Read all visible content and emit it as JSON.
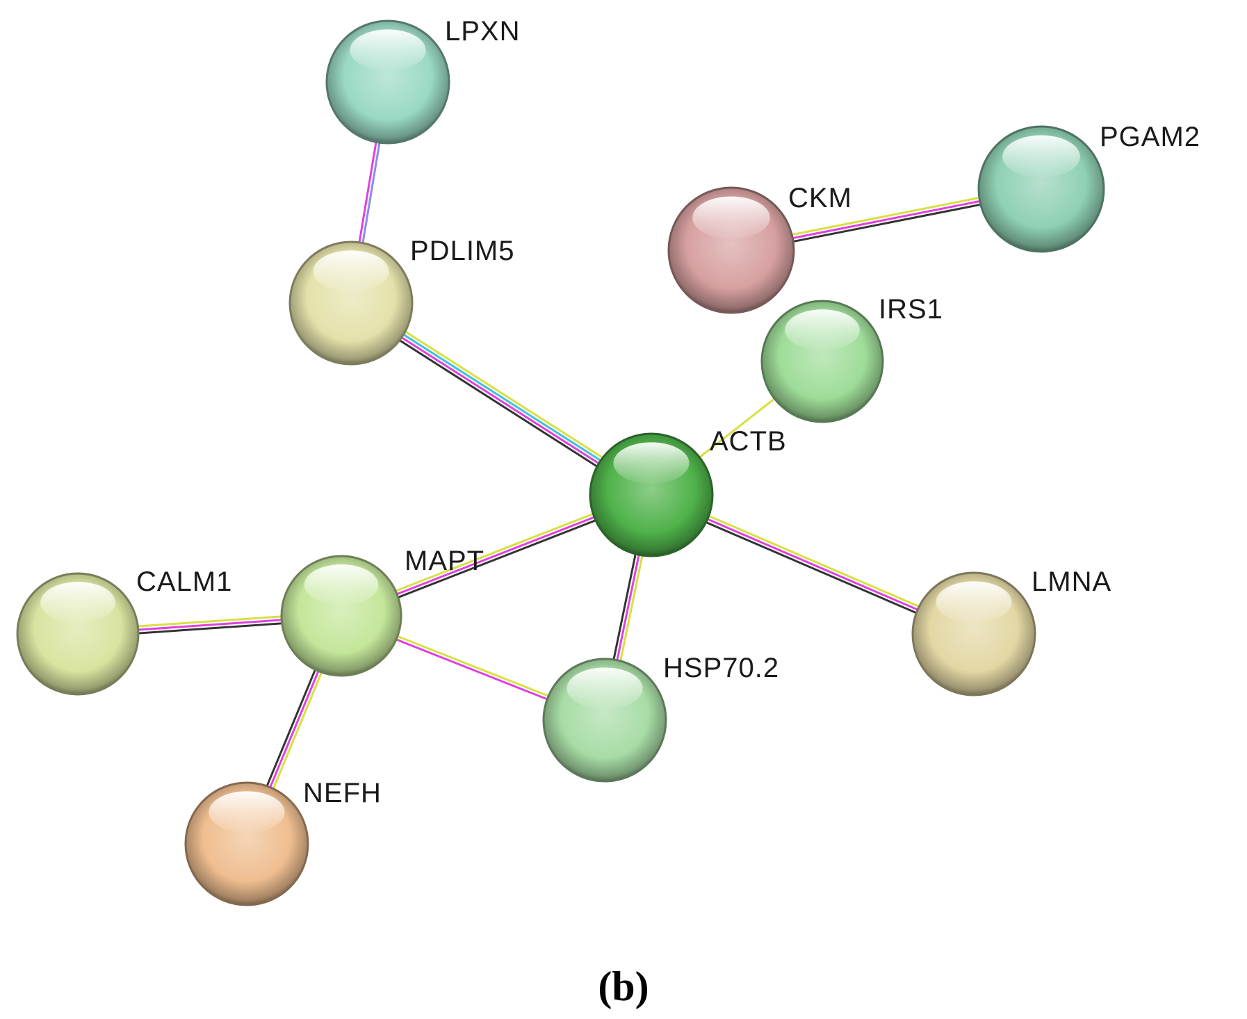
{
  "panel_label": "(b)",
  "nodes": [
    {
      "id": "LPXN",
      "label": "LPXN",
      "color": "#9ad9c4"
    },
    {
      "id": "PGAM2",
      "label": "PGAM2",
      "color": "#8fd0b4"
    },
    {
      "id": "CKM",
      "label": "CKM",
      "color": "#d7a0a0"
    },
    {
      "id": "PDLIM5",
      "label": "PDLIM5",
      "color": "#e4e2aa"
    },
    {
      "id": "IRS1",
      "label": "IRS1",
      "color": "#9edc98"
    },
    {
      "id": "ACTB",
      "label": "ACTB",
      "color": "#4fb24a"
    },
    {
      "id": "MAPT",
      "label": "MAPT",
      "color": "#c4e69a"
    },
    {
      "id": "CALM1",
      "label": "CALM1",
      "color": "#d9e4a0"
    },
    {
      "id": "LMNA",
      "label": "LMNA",
      "color": "#e3d7a4"
    },
    {
      "id": "HSP70.2",
      "label": "HSP70.2",
      "color": "#a8dca6"
    },
    {
      "id": "NEFH",
      "label": "NEFH",
      "color": "#efbe90"
    }
  ],
  "edges": [
    {
      "source": "LPXN",
      "target": "PDLIM5",
      "evidence_colors": [
        "#8a8cf0",
        "#e040e0"
      ]
    },
    {
      "source": "CKM",
      "target": "PGAM2",
      "evidence_colors": [
        "#d8e040",
        "#e040e0",
        "#333333"
      ]
    },
    {
      "source": "PDLIM5",
      "target": "ACTB",
      "evidence_colors": [
        "#d8e040",
        "#40c0e0",
        "#e040e0",
        "#333333"
      ]
    },
    {
      "source": "IRS1",
      "target": "ACTB",
      "evidence_colors": [
        "#d8e040"
      ]
    },
    {
      "source": "MAPT",
      "target": "ACTB",
      "evidence_colors": [
        "#d8e040",
        "#e040e0",
        "#333333"
      ]
    },
    {
      "source": "ACTB",
      "target": "LMNA",
      "evidence_colors": [
        "#d8e040",
        "#e040e0",
        "#333333"
      ]
    },
    {
      "source": "ACTB",
      "target": "HSP70.2",
      "evidence_colors": [
        "#d8e040",
        "#e040e0",
        "#333333"
      ]
    },
    {
      "source": "CALM1",
      "target": "MAPT",
      "evidence_colors": [
        "#d8e040",
        "#e040e0",
        "#333333"
      ]
    },
    {
      "source": "MAPT",
      "target": "HSP70.2",
      "evidence_colors": [
        "#d8e040",
        "#e040e0"
      ]
    },
    {
      "source": "MAPT",
      "target": "NEFH",
      "evidence_colors": [
        "#d8e040",
        "#e040e0",
        "#333333"
      ]
    }
  ]
}
